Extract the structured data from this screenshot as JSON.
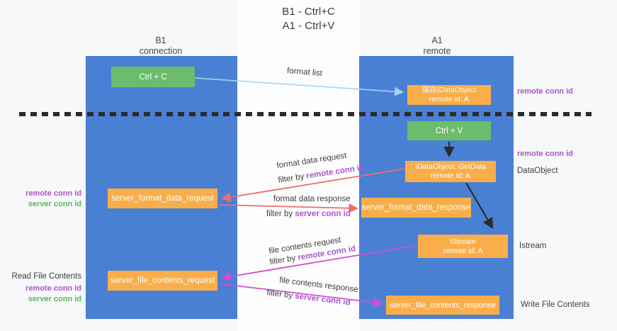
{
  "title": {
    "line1": "B1 - Ctrl+C",
    "line2": "A1 - Ctrl+V"
  },
  "columns": {
    "left": {
      "name": "B1",
      "role": "connection"
    },
    "right": {
      "name": "A1",
      "role": "remote"
    }
  },
  "keys": {
    "remote_conn_id": "remote conn id",
    "server_conn_id": "server conn id"
  },
  "nodes": {
    "ctrl_c": {
      "label": "Ctrl + C"
    },
    "ctrl_v": {
      "label": "Ctrl + V"
    },
    "save_idataobject": {
      "line1": "保存IDataObject",
      "line2": "remote id: A"
    },
    "getdata": {
      "line1": "IDataObject::GetData",
      "line2": "remote id: A"
    },
    "istream": {
      "line1": "IStream",
      "line2": "remote id: A"
    },
    "format_request": {
      "label": "server_format_data_request"
    },
    "format_response": {
      "label": "server_format_data_response"
    },
    "file_request": {
      "label": "server_file_contents_request"
    },
    "file_response": {
      "label": "server_file_contents_response"
    }
  },
  "edges": {
    "format_list": {
      "label": "format list"
    },
    "format_data_request": {
      "label": "format data request",
      "filter_prefix": "filter by "
    },
    "format_data_response": {
      "label": "format data response",
      "filter_prefix": "filter by "
    },
    "file_contents_request": {
      "label": "file contents request",
      "filter_prefix": "filter by "
    },
    "file_contents_response": {
      "label": "file contents response",
      "filter_prefix": "filter by "
    }
  },
  "side_labels": {
    "read_file_contents": "Read File Contents",
    "write_file_contents": "Write File Contents",
    "dataobject": "DataObject",
    "istream": "Istream"
  },
  "colors": {
    "column_blue": "#4a80d4",
    "node_green": "#6bbd6b",
    "node_orange": "#f9ae49",
    "arrow_lightblue": "#a8d4f2",
    "arrow_red": "#ee6d6d",
    "arrow_magenta": "#ce4fd4",
    "arrow_black": "#2b2b2b",
    "label_purple": "#a855c8",
    "label_green": "#57b75c"
  }
}
